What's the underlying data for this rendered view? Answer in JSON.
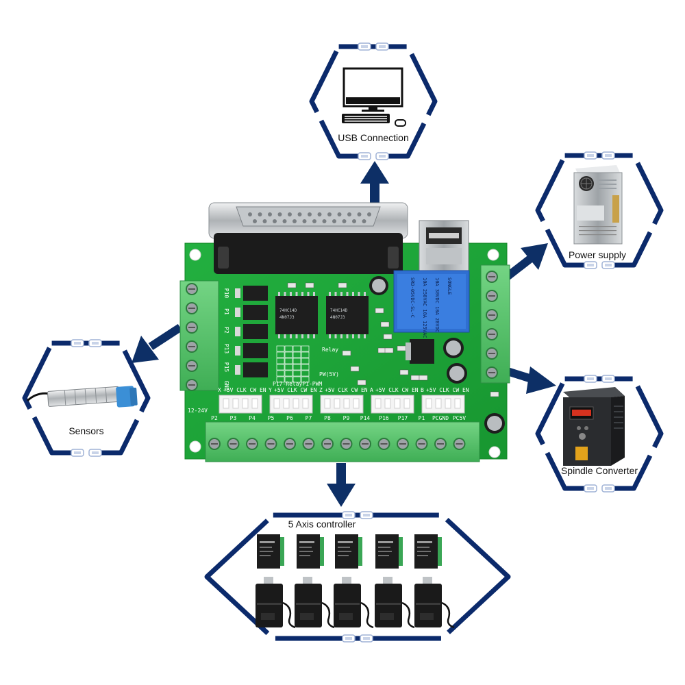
{
  "colors": {
    "hexagon": "#0b2a6b",
    "arrow": "#0d2f66",
    "pcb": "#1fa83a",
    "terminal": "#5cc46f",
    "connector_shell": "#cfd2d4",
    "connector_body": "#1a1a1a",
    "relay": "#2f6fd1"
  },
  "nodes": {
    "usb": {
      "label": "USB Connection",
      "icon": "computer-monitor-icon"
    },
    "power": {
      "label": "Power supply",
      "icon": "power-supply-icon"
    },
    "spindle": {
      "label": "Spindle Converter",
      "icon": "vfd-inverter-icon"
    },
    "sensors": {
      "label": "Sensors",
      "icon": "proximity-sensor-icon"
    },
    "axis": {
      "label": "5 Axis controller",
      "driver_icon": "stepper-driver-icon",
      "motor_icon": "stepper-motor-icon"
    }
  },
  "board": {
    "silkscreen": {
      "pin_labels_left": [
        "P10",
        "P1",
        "P2",
        "P13",
        "P15",
        "GND"
      ],
      "input_voltage": "12-24V",
      "relay_label": "Relay",
      "pwm_label": "PW(5V)",
      "relay_note": "P17-RelayP1-PWM",
      "axis_headers": [
        {
          "axis": "X",
          "pins": "+5V CLK CW EN"
        },
        {
          "axis": "Y",
          "pins": "+5V CLK CW EN"
        },
        {
          "axis": "Z",
          "pins": "+5V CLK CW EN"
        },
        {
          "axis": "A",
          "pins": "+5V CLK CW EN"
        },
        {
          "axis": "B",
          "pins": "+5V CLK CW EN"
        }
      ],
      "bottom_pins": [
        "P2",
        "P3",
        "P4",
        "P5",
        "P6",
        "P7",
        "P8",
        "P9",
        "P14",
        "P16",
        "P17",
        "P1",
        "PCGND",
        "PC5V"
      ],
      "relay_text": [
        "SRD-05VDC-SL-C",
        "10A 250VAC 10A 125VAC",
        "10A 30VDC 10A 28VDC",
        "SONGLE"
      ]
    }
  }
}
